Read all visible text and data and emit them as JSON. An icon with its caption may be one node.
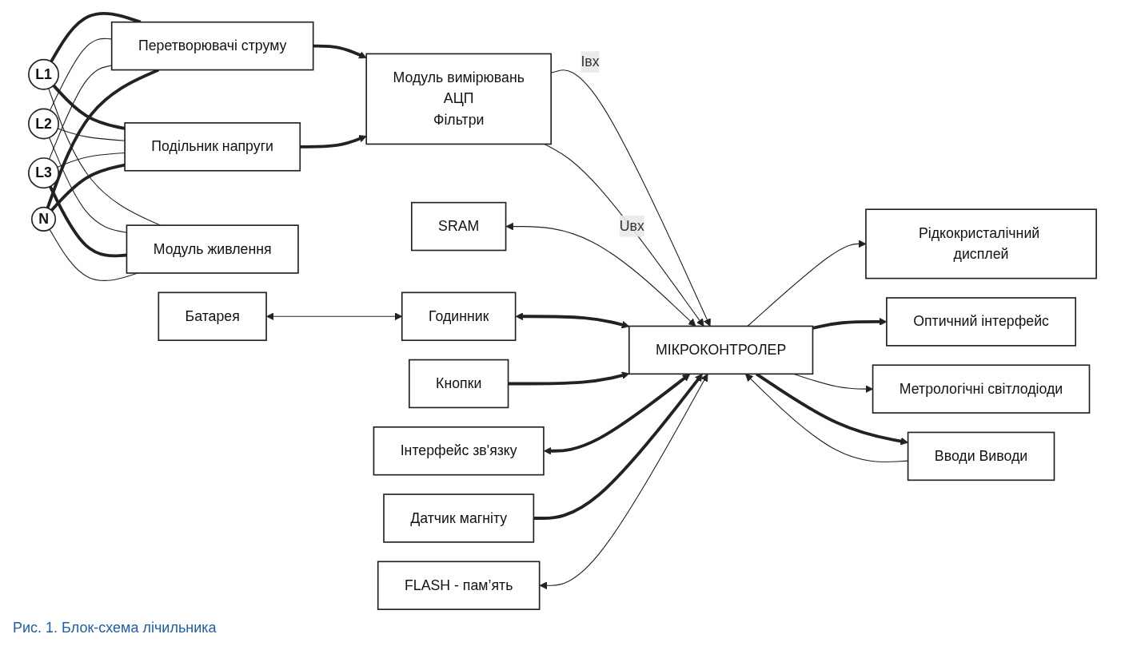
{
  "diagram": {
    "caption": "Рис. 1. Блок-схема лічильника",
    "nodes": [
      {
        "text": [
          "L1"
        ]
      },
      {
        "text": [
          "L2"
        ]
      },
      {
        "text": [
          "L3"
        ]
      },
      {
        "text": [
          "N"
        ]
      },
      {
        "text": [
          "Перетворювачі струму"
        ]
      },
      {
        "text": [
          "Подільник напруги"
        ]
      },
      {
        "text": [
          "Модуль живлення"
        ]
      },
      {
        "text": [
          "Модуль вимірювань",
          "АЦП",
          "Фільтри"
        ]
      },
      {
        "text": [
          "SRAM"
        ]
      },
      {
        "text": [
          "Годинник"
        ]
      },
      {
        "text": [
          "Батарея"
        ]
      },
      {
        "text": [
          "Рідкокристалічний дисплей"
        ]
      },
      {
        "text": [
          "МІКРОКОНТРОЛЕР"
        ]
      },
      {
        "text": [
          "FLASH - пам’ять"
        ]
      },
      {
        "text": [
          "Кнопки"
        ]
      },
      {
        "text": [
          "Оптичний інтерфейс"
        ]
      },
      {
        "text": [
          "Метрологічні світлодіоди"
        ]
      },
      {
        "text": [
          "Вводи Виводи"
        ]
      },
      {
        "text": [
          "Інтерфейс зв'язку"
        ]
      },
      {
        "text": [
          "Датчик магніту"
        ]
      }
    ],
    "edges": [
      {
        "from": 0,
        "to": 4,
        "arrow": "none",
        "style": "thick"
      },
      {
        "from": 1,
        "to": 4,
        "arrow": "none"
      },
      {
        "from": 2,
        "to": 4,
        "arrow": "none"
      },
      {
        "from": 3,
        "to": 4,
        "arrow": "none",
        "style": "thick"
      },
      {
        "from": 0,
        "to": 5,
        "arrow": "none",
        "style": "thick"
      },
      {
        "from": 1,
        "to": 5,
        "arrow": "none"
      },
      {
        "from": 2,
        "to": 5,
        "arrow": "none"
      },
      {
        "from": 3,
        "to": 5,
        "arrow": "none",
        "style": "thick"
      },
      {
        "from": 0,
        "to": 6,
        "arrow": "none"
      },
      {
        "from": 1,
        "to": 6,
        "arrow": "none"
      },
      {
        "from": 2,
        "to": 6,
        "arrow": "none",
        "style": "thick"
      },
      {
        "from": 3,
        "to": 6,
        "arrow": "none"
      },
      {
        "from": 4,
        "to": 7,
        "arrow": "to",
        "style": "thick"
      },
      {
        "from": 5,
        "to": 7,
        "arrow": "to",
        "style": "thick"
      },
      {
        "from": 7,
        "to": 12,
        "label": "Івх",
        "arrow": "to"
      },
      {
        "from": 7,
        "to": 12,
        "label": "Uвх",
        "arrow": "to"
      },
      {
        "from": 8,
        "to": 12,
        "arrow": "both"
      },
      {
        "from": 9,
        "to": 12,
        "arrow": "both",
        "style": "thick"
      },
      {
        "from": 9,
        "to": 10,
        "arrow": "both"
      },
      {
        "from": 12,
        "to": 11,
        "arrow": "to"
      },
      {
        "from": 14,
        "to": 12,
        "arrow": "to",
        "style": "thick"
      },
      {
        "from": 12,
        "to": 15,
        "arrow": "to",
        "style": "thick"
      },
      {
        "from": 12,
        "to": 16,
        "arrow": "to"
      },
      {
        "from": 17,
        "to": 12,
        "arrow": "to"
      },
      {
        "from": 12,
        "to": 17,
        "arrow": "to",
        "style": "thick"
      },
      {
        "from": 18,
        "to": 12,
        "arrow": "both",
        "style": "thick"
      },
      {
        "from": 19,
        "to": 12,
        "arrow": "to",
        "style": "thick"
      },
      {
        "from": 12,
        "to": 13,
        "arrow": "both"
      }
    ]
  }
}
